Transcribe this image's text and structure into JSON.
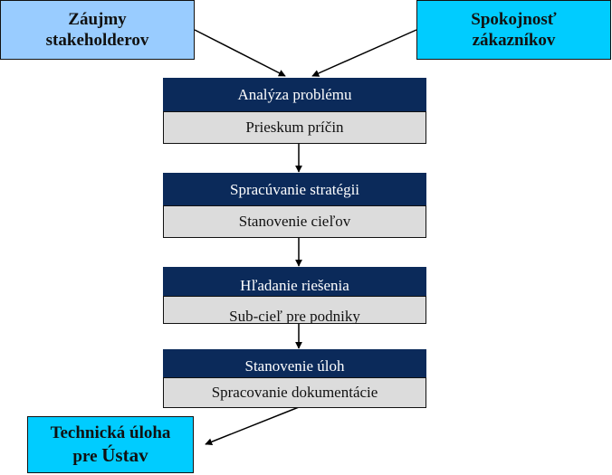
{
  "inputs": {
    "stakeholders": {
      "line1": "Záujmy",
      "line2": "stakeholderov"
    },
    "customer": {
      "line1": "Spokojnosť",
      "line2": "zákazníkov"
    }
  },
  "steps": [
    {
      "title": "Analýza problému",
      "detail": "Prieskum príčin"
    },
    {
      "title": "Spracúvanie stratégii",
      "detail": "Stanovenie cieľov"
    },
    {
      "title": "Hľadanie riešenia",
      "detail": "Sub-cieľ pre podniky"
    },
    {
      "title": "Stanovenie úloh",
      "detail": "Spracovanie dokumentácie"
    }
  ],
  "output": {
    "line1": "Technická úloha",
    "line2_prefix": "pre ",
    "line2_emph": "Ústav"
  },
  "colors": {
    "stakeholders_fill": "#99ccff",
    "customer_fill": "#00ccff",
    "step_header_fill": "#0b2a5a",
    "step_body_fill": "#dcdcdc",
    "output_fill": "#00ccff"
  }
}
